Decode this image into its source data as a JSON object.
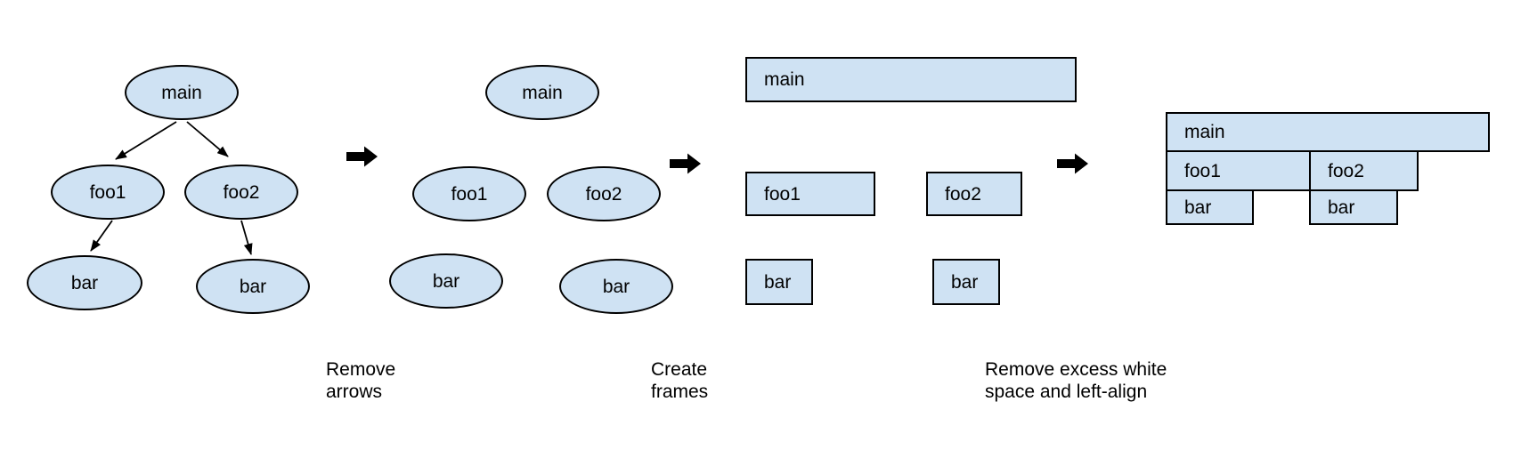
{
  "colors": {
    "node_fill": "#cfe2f3",
    "node_stroke": "#000000",
    "arrow": "#000000",
    "text": "#000000",
    "background": "#ffffff"
  },
  "panels": {
    "tree": {
      "nodes": [
        {
          "label": "main"
        },
        {
          "label": "foo1"
        },
        {
          "label": "foo2"
        },
        {
          "label": "bar"
        },
        {
          "label": "bar"
        }
      ]
    },
    "tree_plain": {
      "nodes": [
        {
          "label": "main"
        },
        {
          "label": "foo1"
        },
        {
          "label": "foo2"
        },
        {
          "label": "bar"
        },
        {
          "label": "bar"
        }
      ]
    },
    "frames": {
      "nodes": [
        {
          "label": "main"
        },
        {
          "label": "foo1"
        },
        {
          "label": "foo2"
        },
        {
          "label": "bar"
        },
        {
          "label": "bar"
        }
      ]
    },
    "flame": {
      "nodes": [
        {
          "label": "main"
        },
        {
          "label": "foo1"
        },
        {
          "label": "foo2"
        },
        {
          "label": "bar"
        },
        {
          "label": "bar"
        }
      ]
    }
  },
  "steps": [
    {
      "caption": "Remove\narrows"
    },
    {
      "caption": "Create\nframes"
    },
    {
      "caption": "Remove excess white\nspace and left-align"
    }
  ]
}
